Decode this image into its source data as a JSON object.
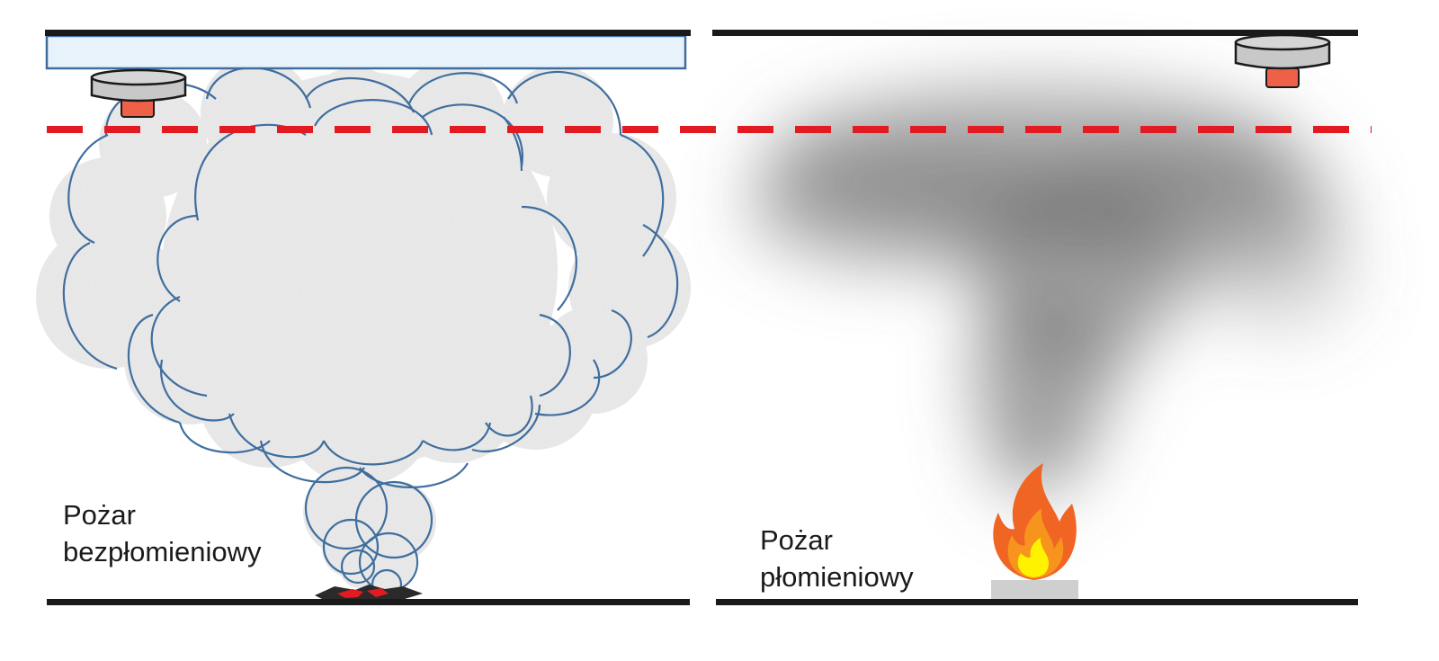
{
  "panels": {
    "left": {
      "caption_line1": "Pożar",
      "caption_line2": "bezpłomieniowy"
    },
    "right": {
      "caption_line1": "Pożar",
      "caption_line2": "płomieniowy"
    }
  },
  "colors": {
    "ceiling_line": "#1a1a1a",
    "floor_line": "#1a1a1a",
    "threshold_dash": "#e21b23",
    "cloud_outline": "#3f6e9e",
    "cloud_fill": "#efefef",
    "ceiling_panel_fill": "#e8f2fb",
    "ceiling_panel_stroke": "#3f6e9e",
    "detector_body": "#c8c8c8",
    "detector_led": "#ee6148",
    "smoke": "#6e6e6e",
    "flame_outer": "#f06424",
    "flame_mid": "#f7941d",
    "flame_inner": "#fff200",
    "fuel_tray": "#cfcfcf",
    "smoulder": "#e21b23"
  },
  "icons": {
    "detector": "smoke-detector-icon",
    "flame": "flame-icon",
    "ember": "smoulder-icon"
  }
}
